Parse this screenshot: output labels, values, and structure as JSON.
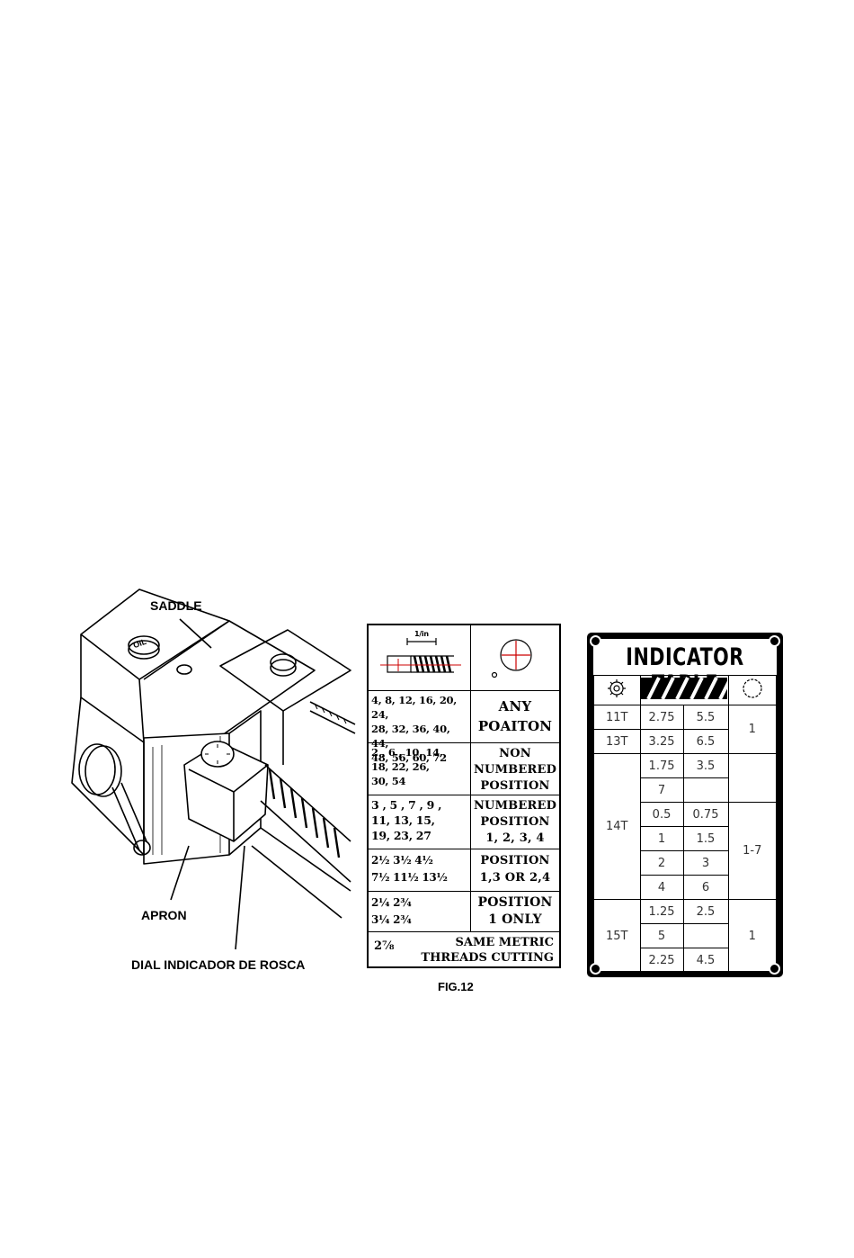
{
  "illustration": {
    "labels": {
      "saddle": "SADDLE",
      "apron": "APRON",
      "dial": "DIAL INDICADOR DE ROSCA",
      "oil": "OIL"
    }
  },
  "thread_table": {
    "header": {
      "pitch_label": "1/in"
    },
    "rows": [
      {
        "threads": [
          "4, 8, 12, 16, 20, 24,",
          "28, 32, 36, 40, 44,",
          "48, 56, 60, 72"
        ],
        "position": [
          "ANY",
          "POAITON"
        ]
      },
      {
        "threads": [
          "2 , 6 , 10, 14,",
          "18, 22, 26,",
          "30, 54"
        ],
        "position": [
          "NON",
          "NUMBERED",
          "POSITION"
        ]
      },
      {
        "threads": [
          "3 , 5 , 7 , 9 ,",
          "11, 13, 15,",
          "19, 23, 27"
        ],
        "position": [
          "NUMBERED",
          "POSITION",
          "1, 2, 3, 4"
        ]
      },
      {
        "threads": [
          "2½  3½  4½",
          "7½  11½  13½"
        ],
        "position": [
          "POSITION",
          "1,3 OR 2,4"
        ]
      },
      {
        "threads": [
          "2¼   2¾",
          "3¼   2¾"
        ],
        "position": [
          "POSITION",
          "1 ONLY"
        ]
      }
    ],
    "footer": {
      "thread": "2⅞",
      "text": [
        "SAME METRIC",
        "THREADS CUTTING"
      ]
    }
  },
  "caption": "FIG.12",
  "indicator_table": {
    "title": "INDICATOR TABLE",
    "header_icons": [
      "gear-icon",
      "hatched-bar-icon",
      "dial-icon"
    ],
    "groups": [
      {
        "gear": "11T",
        "rows": [
          [
            "2.75",
            "5.5"
          ]
        ]
      },
      {
        "gear": "13T",
        "rows": [
          [
            "3.25",
            "6.5"
          ]
        ]
      },
      {
        "gear": "14T",
        "rows": [
          [
            "1.75",
            "3.5"
          ],
          [
            "7",
            ""
          ],
          [
            "0.5",
            "0.75"
          ],
          [
            "1",
            "1.5"
          ],
          [
            "2",
            "3"
          ],
          [
            "4",
            "6"
          ]
        ]
      },
      {
        "gear": "15T",
        "rows": [
          [
            "1.25",
            "2.5"
          ],
          [
            "5",
            ""
          ],
          [
            "2.25",
            "4.5"
          ]
        ]
      }
    ],
    "dial_values": [
      "1",
      "1-7",
      "1"
    ]
  }
}
